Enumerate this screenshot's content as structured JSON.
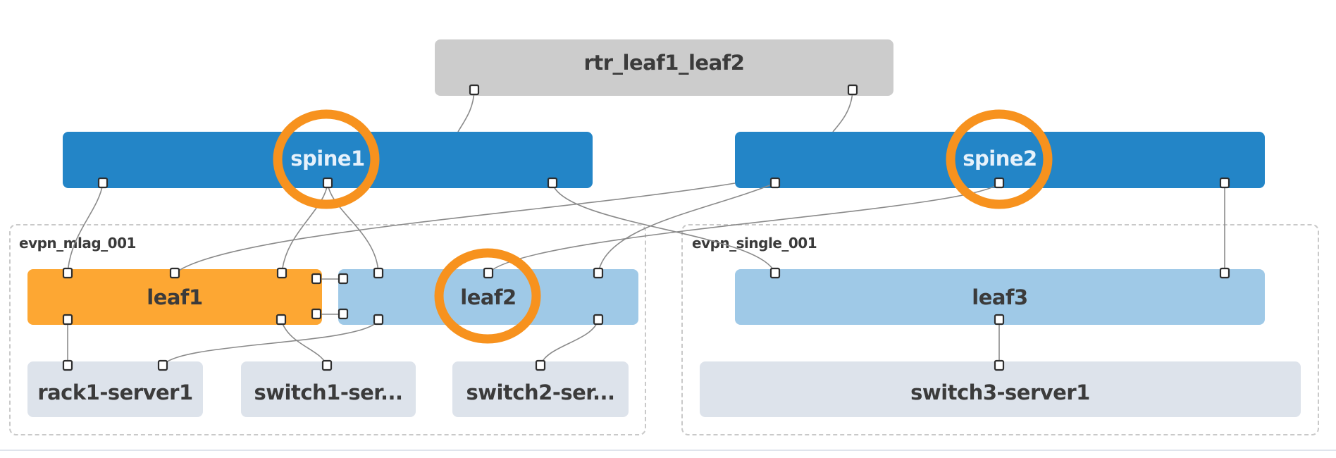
{
  "diagram": {
    "colors": {
      "spine": "#2385c7",
      "leaf_selected": "#fda733",
      "leaf": "#9fc9e7",
      "router": "#cccccc",
      "server": "#dde3eb",
      "highlight": "#f7921e",
      "link": "#8a8a8a"
    },
    "groups": [
      {
        "id": "g1",
        "label": "evpn_mlag_001"
      },
      {
        "id": "g2",
        "label": "evpn_single_001"
      }
    ],
    "nodes": [
      {
        "id": "rtr",
        "label": "rtr_leaf1_leaf2",
        "role": "external-router"
      },
      {
        "id": "spine1",
        "label": "spine1",
        "role": "spine",
        "highlighted": true
      },
      {
        "id": "spine2",
        "label": "spine2",
        "role": "spine",
        "highlighted": true
      },
      {
        "id": "leaf1",
        "label": "leaf1",
        "role": "leaf",
        "group": "evpn_mlag_001",
        "selected": true
      },
      {
        "id": "leaf2",
        "label": "leaf2",
        "role": "leaf",
        "group": "evpn_mlag_001",
        "highlighted": true
      },
      {
        "id": "leaf3",
        "label": "leaf3",
        "role": "leaf",
        "group": "evpn_single_001"
      },
      {
        "id": "rack1",
        "label": "rack1-server1",
        "role": "server",
        "group": "evpn_mlag_001"
      },
      {
        "id": "switch1",
        "label": "switch1-ser...",
        "role": "server",
        "group": "evpn_mlag_001"
      },
      {
        "id": "switch2",
        "label": "switch2-ser...",
        "role": "server",
        "group": "evpn_mlag_001"
      },
      {
        "id": "switch3",
        "label": "switch3-server1",
        "role": "server",
        "group": "evpn_single_001"
      }
    ],
    "links": [
      {
        "from": "rtr",
        "to": "spine1"
      },
      {
        "from": "rtr",
        "to": "spine2"
      },
      {
        "from": "spine1",
        "to": "leaf1"
      },
      {
        "from": "spine1",
        "to": "leaf1"
      },
      {
        "from": "spine1",
        "to": "leaf2"
      },
      {
        "from": "spine1",
        "to": "leaf3"
      },
      {
        "from": "spine2",
        "to": "leaf1"
      },
      {
        "from": "spine2",
        "to": "leaf2"
      },
      {
        "from": "spine2",
        "to": "leaf2"
      },
      {
        "from": "spine2",
        "to": "leaf3"
      },
      {
        "from": "leaf1",
        "to": "leaf2",
        "type": "peer"
      },
      {
        "from": "leaf1",
        "to": "leaf2",
        "type": "peer"
      },
      {
        "from": "leaf1",
        "to": "rack1-server1"
      },
      {
        "from": "leaf1",
        "to": "switch1-server1"
      },
      {
        "from": "leaf2",
        "to": "rack1-server1"
      },
      {
        "from": "leaf2",
        "to": "switch2-server1"
      },
      {
        "from": "leaf3",
        "to": "switch3-server1"
      }
    ],
    "highlight_markers": [
      "spine1",
      "spine2",
      "leaf2"
    ]
  }
}
